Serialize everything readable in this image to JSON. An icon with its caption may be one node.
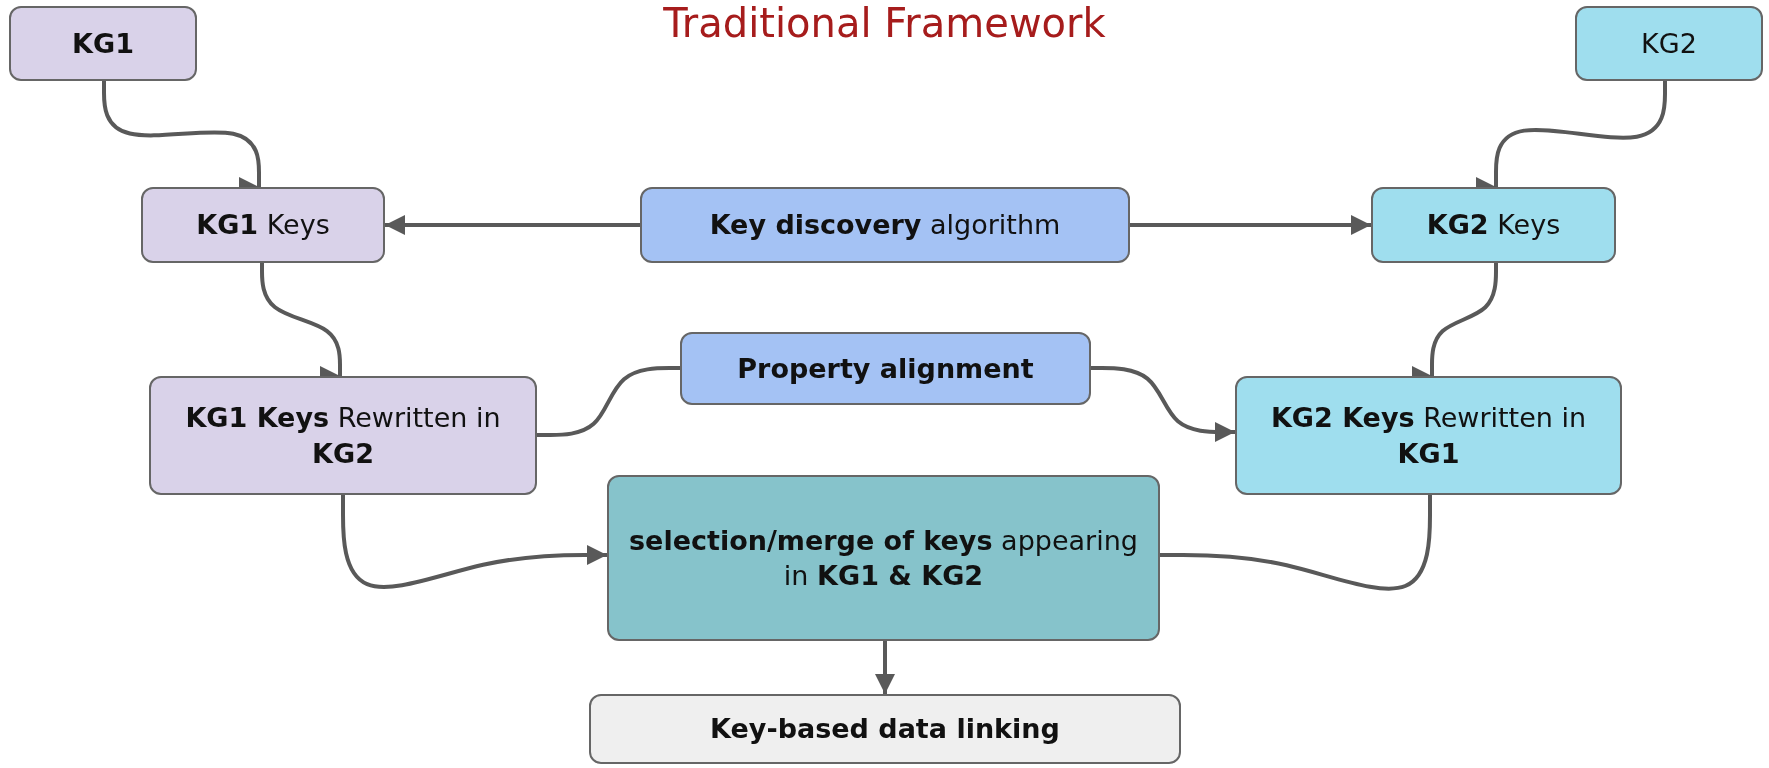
{
  "diagram": {
    "title": "Traditional Framework",
    "nodes": [
      {
        "text": [
          "KG1"
        ]
      },
      {
        "text": [
          "KG2"
        ]
      },
      {
        "text": [
          "**KG1** Keys"
        ]
      },
      {
        "text": [
          "**Key discovery** algorithm"
        ]
      },
      {
        "text": [
          "**KG2** Keys"
        ]
      },
      {
        "text": [
          "Property alignment"
        ]
      },
      {
        "text": [
          "**KG1 Keys** Rewritten in **KG2**"
        ]
      },
      {
        "text": [
          "**KG2 Keys** Rewritten in **KG1**"
        ]
      },
      {
        "text": [
          "**selection/merge of keys** appearing in **KG1 & KG2**"
        ]
      },
      {
        "text": [
          "Key-based data linking"
        ]
      }
    ],
    "edges": [
      {
        "from": 0,
        "to": 2,
        "arrow": "to"
      },
      {
        "from": 1,
        "to": 4,
        "arrow": "to"
      },
      {
        "from": 3,
        "to": 2,
        "arrow": "to"
      },
      {
        "from": 3,
        "to": 4,
        "arrow": "to"
      },
      {
        "from": 2,
        "to": 6,
        "arrow": "to"
      },
      {
        "from": 4,
        "to": 7,
        "arrow": "to"
      },
      {
        "from": 5,
        "to": 6,
        "arrow": "to"
      },
      {
        "from": 5,
        "to": 7,
        "arrow": "to"
      },
      {
        "from": 6,
        "to": 8,
        "arrow": "to"
      },
      {
        "from": 7,
        "to": 8,
        "arrow": "to"
      },
      {
        "from": 8,
        "to": 9,
        "arrow": "to"
      }
    ]
  }
}
